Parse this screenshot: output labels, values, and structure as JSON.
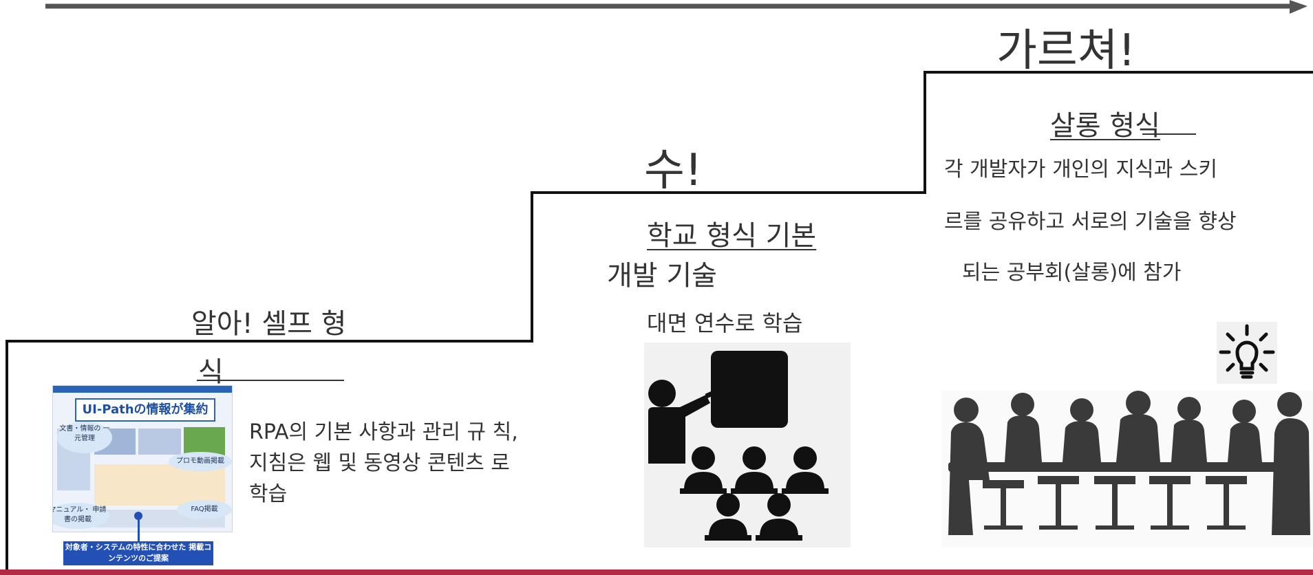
{
  "steps": [
    {
      "heading": "알아! 셀프 형",
      "subheading": "식",
      "description": "RPA의 기본 사항과 관리 규 칙, 지침은 웹 및 동영상 콘텐츠 로 학습",
      "screenshot": {
        "title": "UI-Pathの情報が集約",
        "bubble_docs": "文書・情報の 一元管理",
        "bubble_promo": "プロモ動画掲載",
        "bubble_manual": "マニュアル・ 申請書の掲載",
        "bubble_faq": "FAQ掲載",
        "proposal": "対象者・システムの特性に合わせた 掲載コンテンツのご提案"
      }
    },
    {
      "heading": "수!",
      "subheading": "학교 형식 기본",
      "subheading2": "개발 기술",
      "description": "대면 연수로 학습",
      "image_icon": "classroom-teacher-icon"
    },
    {
      "heading": "가르쳐!",
      "subheading": "살롱 형식",
      "description_lines": [
        "각 개발자가 개인의 지식과 스키",
        "르를 공유하고 서로의 기술을 향상",
        "되는 공부회(살롱)에 참가"
      ],
      "image_icon": "meeting-silhouette-icon",
      "bulb_icon": "lightbulb-icon"
    }
  ],
  "colors": {
    "arrow": "#555555",
    "stair": "#111111",
    "bottom_bar": "#b22a43"
  }
}
